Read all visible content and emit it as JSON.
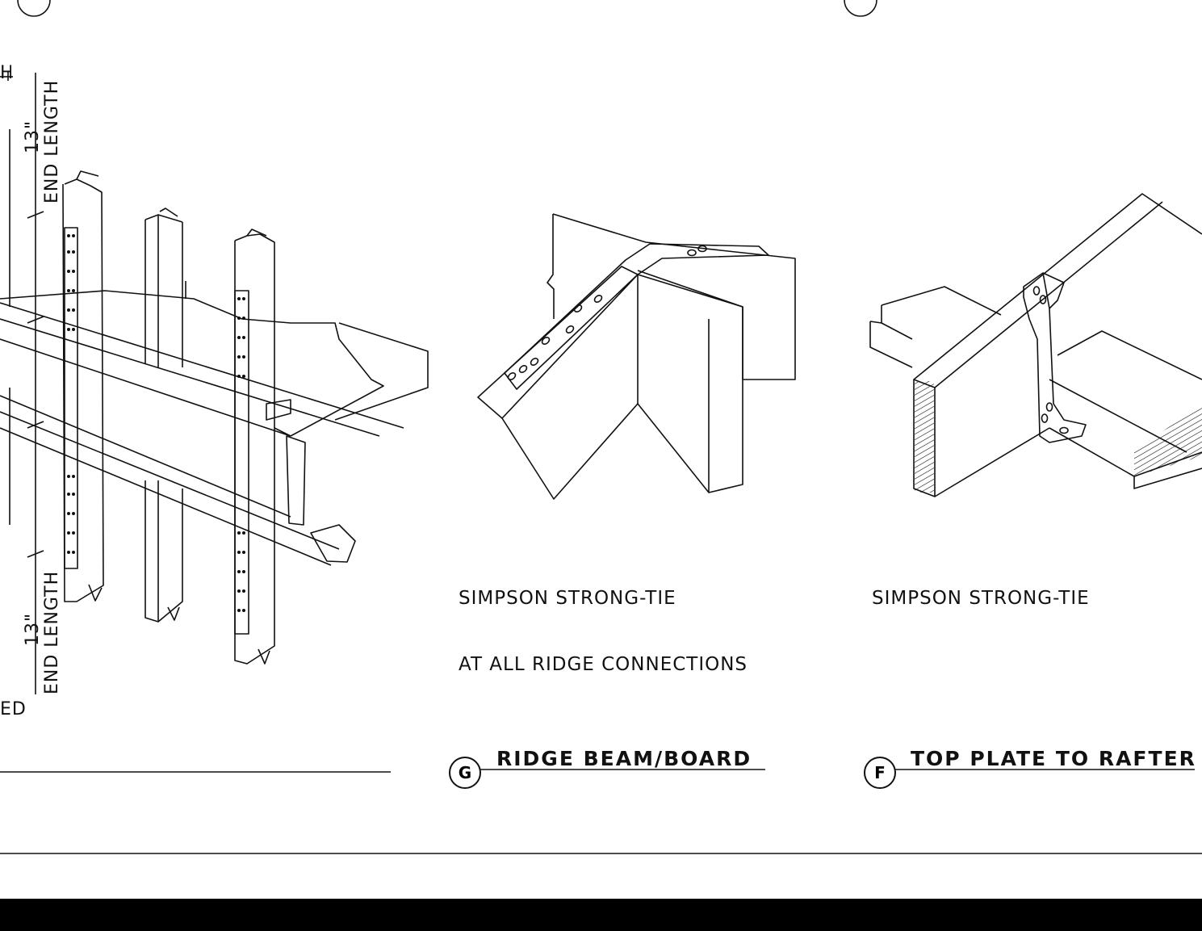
{
  "drawing": {
    "left_detail": {
      "dim_top": "13\"",
      "dim_top_label": "END LENGTH",
      "dim_bottom": "13\"",
      "dim_bottom_label": "END LENGTH",
      "partial_top_text": "H",
      "partial_bottom_text": "ED"
    },
    "detail_g": {
      "note_1": "SIMPSON STRONG-TIE",
      "note_2": "AT ALL RIDGE CONNECTIONS",
      "bubble": "G",
      "title": "RIDGE BEAM/BOARD"
    },
    "detail_f": {
      "note_1": "SIMPSON STRONG-TIE",
      "bubble": "F",
      "title": "TOP PLATE TO RAFTER"
    }
  }
}
